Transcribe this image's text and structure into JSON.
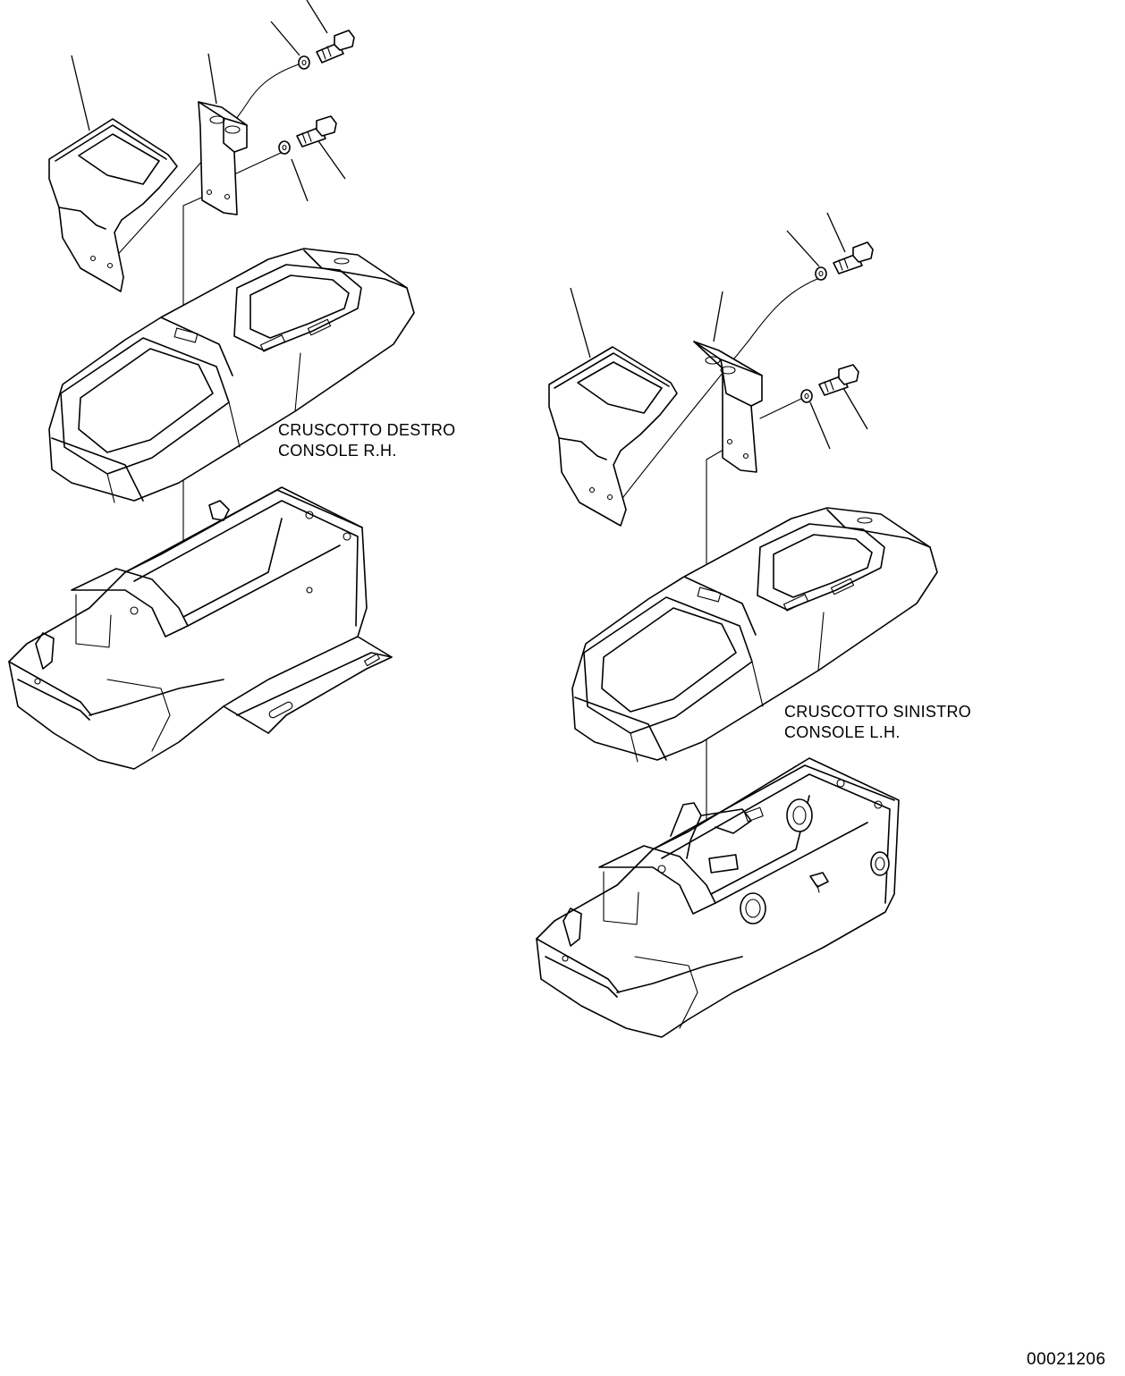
{
  "labels": {
    "rh_console_it": "CRUSCOTTO DESTRO",
    "rh_console_en": "CONSOLE R.H.",
    "lh_console_it": "CRUSCOTTO SINISTRO",
    "lh_console_en": "CONSOLE L.H."
  },
  "drawing_number": "00021206"
}
